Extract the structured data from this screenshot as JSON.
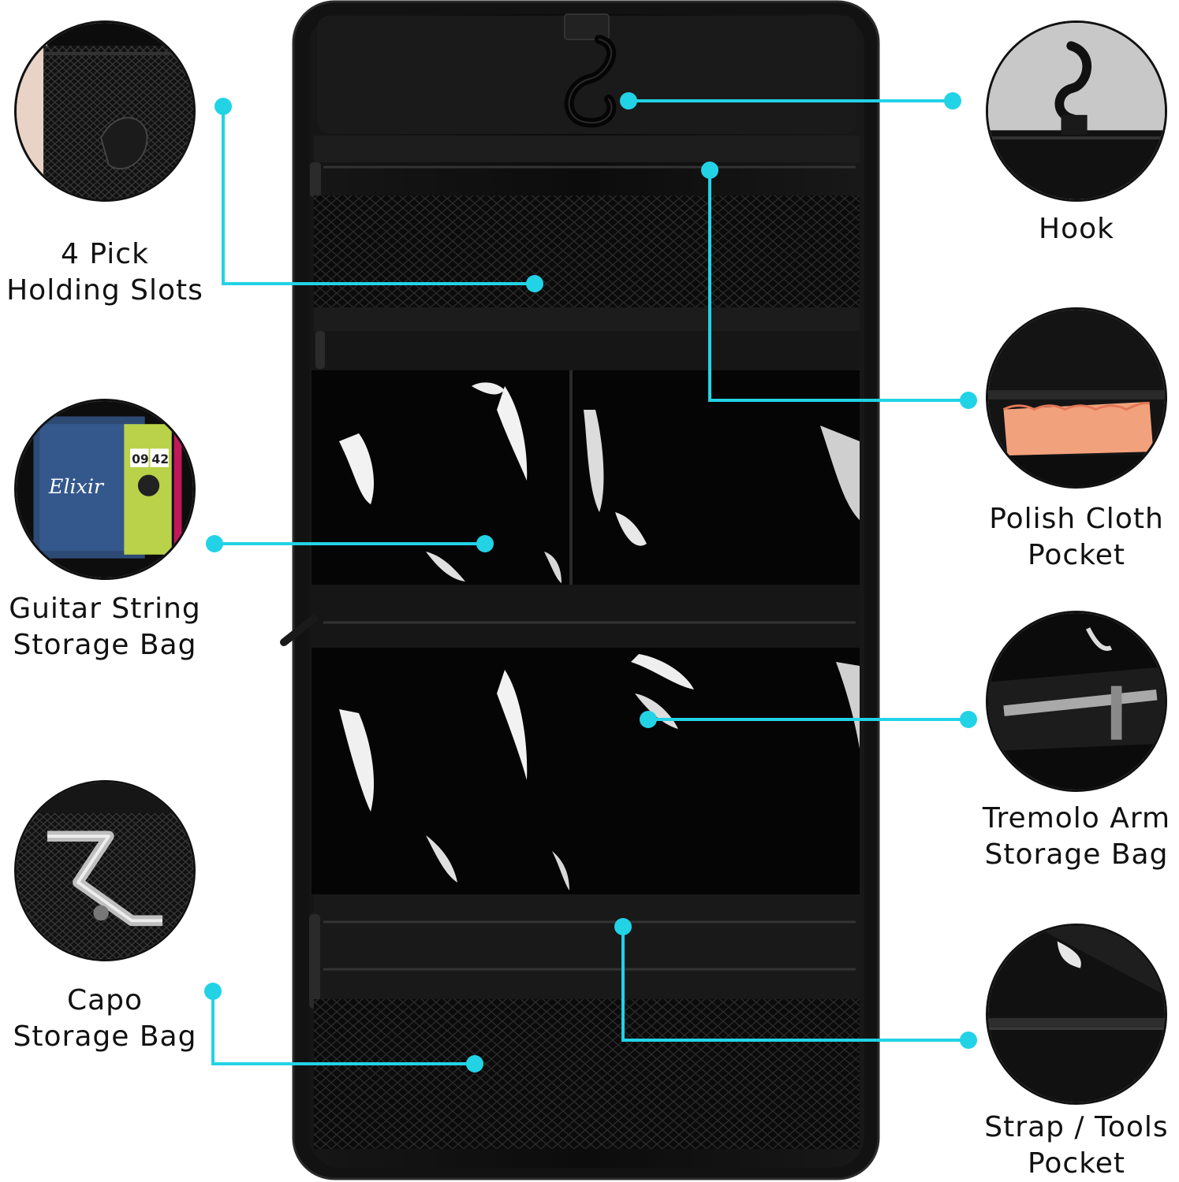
{
  "accent_color": "#22d3e6",
  "product": {
    "color": "#0a0a0a"
  },
  "features": [
    {
      "id": "pick",
      "lines": [
        "4 Pick",
        "Holding Slots"
      ]
    },
    {
      "id": "string",
      "lines": [
        "Guitar String",
        "Storage Bag"
      ]
    },
    {
      "id": "capo",
      "lines": [
        "Capo",
        "Storage Bag"
      ]
    },
    {
      "id": "hook",
      "lines": [
        "Hook"
      ]
    },
    {
      "id": "cloth",
      "lines": [
        "Polish Cloth",
        "Pocket"
      ]
    },
    {
      "id": "tremolo",
      "lines": [
        "Tremolo Arm",
        "Storage Bag"
      ]
    },
    {
      "id": "strap",
      "lines": [
        "Strap / Tools",
        "Pocket"
      ]
    }
  ],
  "string_pack": {
    "brand": "Elixir",
    "gauge_low": "09",
    "gauge_high": "42"
  }
}
